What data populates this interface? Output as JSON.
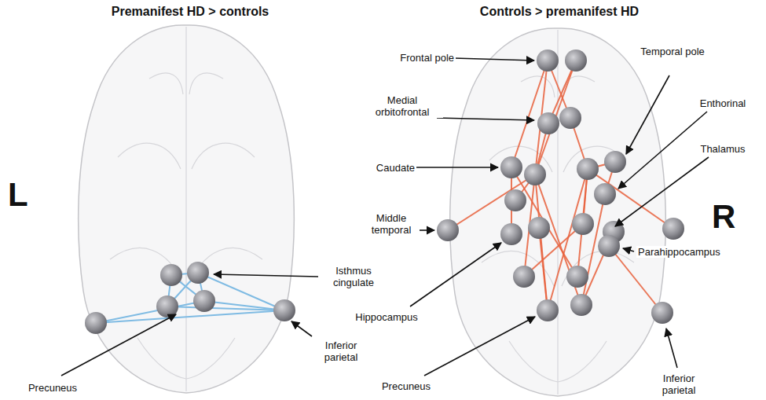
{
  "diagram": {
    "labels": [
      "Premanifest HD > controls",
      "Controls > premanifest HD",
      "L",
      "R",
      "Isthmus cingulate",
      "Precuneus",
      "Inferior parietal",
      "Frontal pole",
      "Medial orbitofrontal",
      "Caudate",
      "Middle temporal",
      "Hippocampus",
      "Precuneus",
      "Temporal pole",
      "Enthorinal",
      "Thalamus",
      "Parahippocampus",
      "Inferior parietal"
    ]
  }
}
